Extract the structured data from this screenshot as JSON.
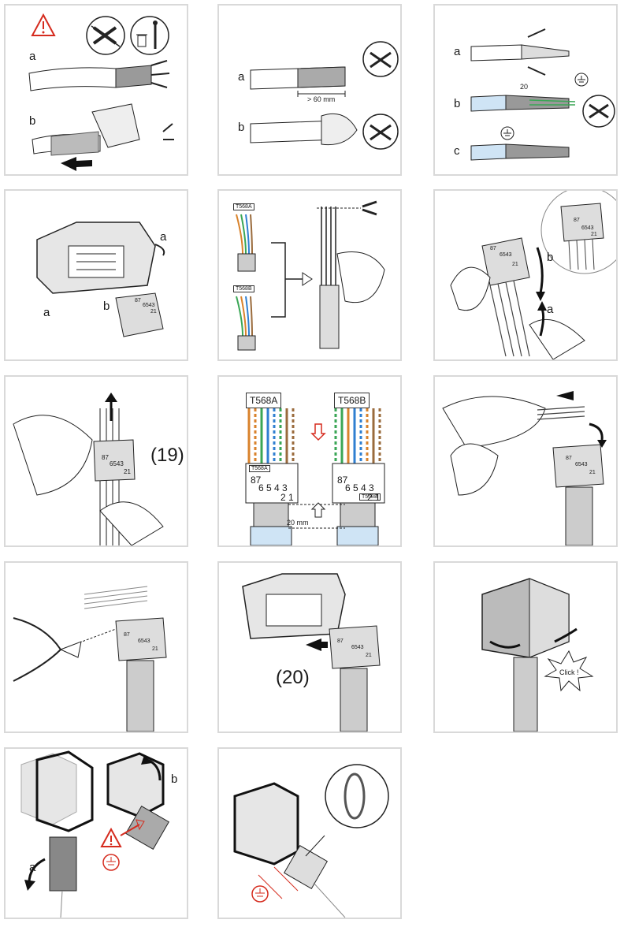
{
  "labels": {
    "a": "a",
    "b": "b",
    "c": "c",
    "dim_60": "> 60 mm",
    "dim_20": "20",
    "dim_20mm": "20 mm",
    "t568a": "T568A",
    "t568b": "T568B",
    "step19": "(19)",
    "step20": "(20)",
    "click": "Click !",
    "pins_87": "87",
    "pins_6543": "6543",
    "pins_21": "21",
    "pins_6543_sp": "6 5 4 3",
    "pins_21_sp": "2 1"
  },
  "colors": {
    "border": "#d9d9d9",
    "warning_red": "#d52b1e",
    "orange": "#d9822b",
    "green": "#3aa655",
    "blue": "#2f7fd1",
    "brown": "#9a6b3c",
    "light_blue": "#cfe4f5"
  },
  "icons": {
    "warning": "warning-triangle-icon",
    "ground": "ground-symbol-icon",
    "cutter": "wire-cutter-icon",
    "trash": "trash-bin-icon"
  }
}
